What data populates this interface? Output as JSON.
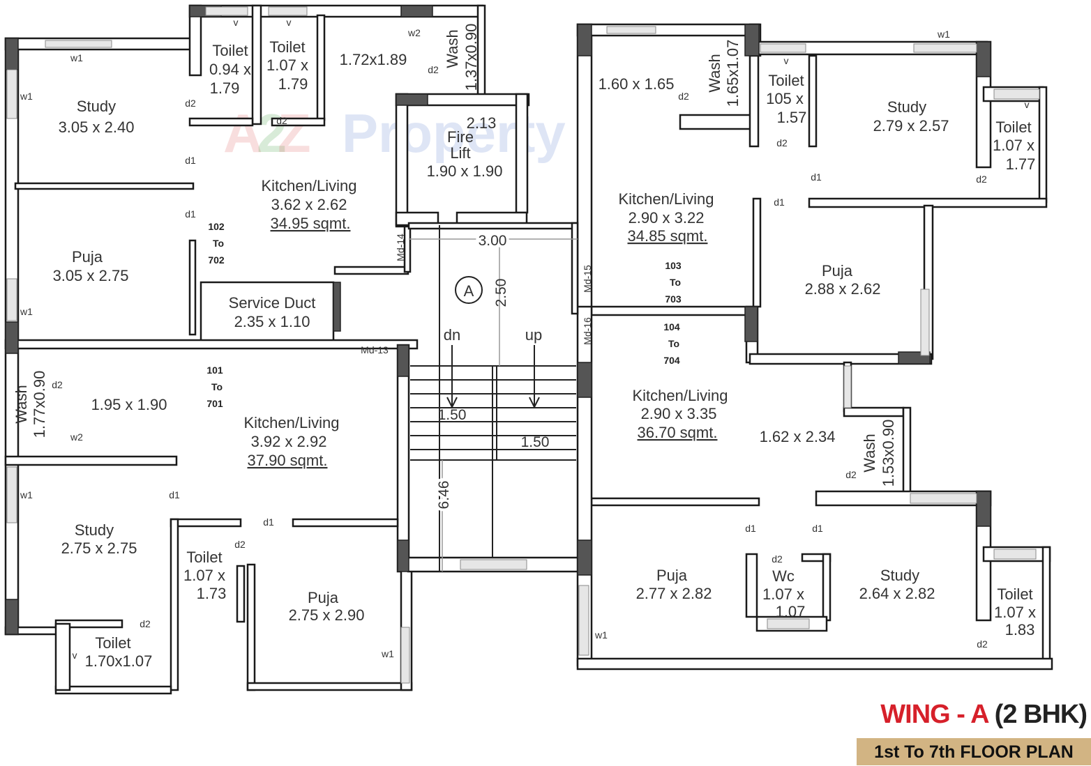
{
  "watermark": {
    "text_a": "A",
    "text_2": "2",
    "text_z": "Z",
    "text_rest": "Property"
  },
  "title": {
    "wing": "WING - A",
    "type": "(2 BHK)",
    "subtitle": "1st To 7th FLOOR PLAN",
    "accent_color": "#d6202a",
    "subtitle_bg": "#d2b483"
  },
  "rooms_left": [
    {
      "name": "Study",
      "dims": "3.05 x 2.40"
    },
    {
      "name": "Toilet",
      "dims1": "0.94 x",
      "dims2": "1.79"
    },
    {
      "name": "Toilet",
      "dims1": "1.07 x",
      "dims2": "1.79"
    },
    {
      "dims": "1.72x1.89"
    },
    {
      "name": "Wash",
      "dims": "1.37x0.90"
    },
    {
      "name1": "Fire",
      "name2": "Lift",
      "dims": "1.90 x 1.90",
      "extra": "2.13"
    },
    {
      "name": "Kitchen/Living",
      "dims": "3.62 x 2.62",
      "area": "34.95 sqmt."
    },
    {
      "name": "Puja",
      "dims": "3.05 x 2.75"
    },
    {
      "name": "Service Duct",
      "dims": "2.35 x 1.10"
    },
    {
      "name": "Wash",
      "dims": "1.77x0.90"
    },
    {
      "dims": "1.95 x 1.90"
    },
    {
      "name": "Kitchen/Living",
      "dims": "3.92 x 2.92",
      "area": "37.90 sqmt."
    },
    {
      "name": "Study",
      "dims": "2.75 x 2.75"
    },
    {
      "name": "Toilet",
      "dims1": "1.07 x",
      "dims2": "1.73"
    },
    {
      "name": "Puja",
      "dims": "2.75 x 2.90"
    },
    {
      "name": "Toilet",
      "dims": "1.70x1.07"
    }
  ],
  "rooms_right": [
    {
      "dims": "1.60 x 1.65"
    },
    {
      "name": "Wash",
      "dims": "1.65x1.07"
    },
    {
      "name": "Toilet",
      "dims1": "105 x",
      "dims2": "1.57"
    },
    {
      "name": "Study",
      "dims": "2.79 x 2.57"
    },
    {
      "name": "Toilet",
      "dims1": "1.07 x",
      "dims2": "1.77"
    },
    {
      "name": "Kitchen/Living",
      "dims": "2.90 x 3.22",
      "area": "34.85 sqmt."
    },
    {
      "name": "Puja",
      "dims": "2.88 x 2.62"
    },
    {
      "name": "Kitchen/Living",
      "dims": "2.90 x 3.35",
      "area": "36.70 sqmt."
    },
    {
      "dims": "1.62 x 2.34"
    },
    {
      "name": "Wash",
      "dims": "1.53x0.90"
    },
    {
      "name": "Puja",
      "dims": "2.77 x 2.82"
    },
    {
      "name": "Wc",
      "dims1": "1.07 x",
      "dims2": "1.07"
    },
    {
      "name": "Study",
      "dims": "2.64 x 2.82"
    },
    {
      "name": "Toilet",
      "dims1": "1.07 x",
      "dims2": "1.83"
    }
  ],
  "units": [
    {
      "from": "102",
      "to": "To",
      "till": "702"
    },
    {
      "from": "101",
      "to": "To",
      "till": "701"
    },
    {
      "from": "103",
      "to": "To",
      "till": "703"
    },
    {
      "from": "104",
      "to": "To",
      "till": "704"
    }
  ],
  "staircase": {
    "wing_marker": "A",
    "down": "dn",
    "up": "up",
    "width": "3.00",
    "landing": "2.50",
    "flight_left": "1.50",
    "flight_right": "1.50",
    "length": "6.46"
  },
  "md_labels": [
    "Md-14",
    "Md-13",
    "Md-15",
    "Md-16"
  ],
  "tags": [
    "w1",
    "w1",
    "w1",
    "d2",
    "d2",
    "d1",
    "d1",
    "w2",
    "d2",
    "w2",
    "d2",
    "w1",
    "d1",
    "d1",
    "d2",
    "d2",
    "w1",
    "v",
    "v",
    "v",
    "d2",
    "d2",
    "w1",
    "v",
    "d1",
    "d1",
    "d2",
    "d2",
    "d1",
    "d1",
    "d2",
    "w1",
    "d2",
    "v"
  ]
}
